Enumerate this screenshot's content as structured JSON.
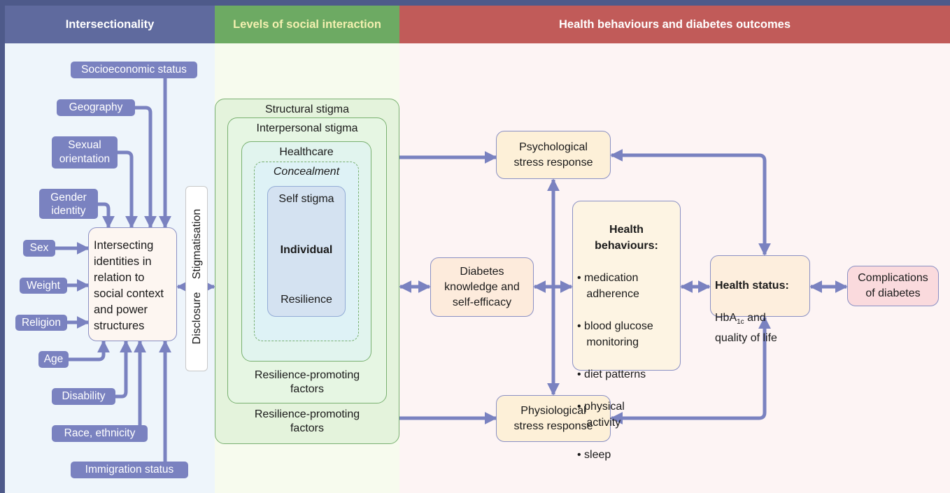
{
  "headers": {
    "intersectionality": "Intersectionality",
    "levels": "Levels of social interaction",
    "health": "Health behaviours and diabetes outcomes"
  },
  "colors": {
    "blue": "#5f6a9e",
    "green": "#6daa63",
    "red": "#c15b59",
    "arrow": "#7a82c0"
  },
  "identities": {
    "ses": "Socioeconomic status",
    "geography": "Geography",
    "sexual": "Sexual\norientation",
    "gender": "Gender\nidentity",
    "sex": "Sex",
    "weight": "Weight",
    "religion": "Religion",
    "age": "Age",
    "disability": "Disability",
    "race": "Race, ethnicity",
    "immigration": "Immigration status"
  },
  "intersecting": "Intersecting\nidentities in\nrelation to\nsocial context\nand power\nstructures",
  "stigmatisation": "Stigmatisation",
  "disclosure": "Disclosure",
  "levels": {
    "structural": "Structural stigma",
    "interpersonal": "Interpersonal stigma",
    "healthcare": "Healthcare",
    "concealment": "Concealment",
    "self_stigma": "Self stigma",
    "individual": "Individual",
    "resilience": "Resilience",
    "rpf_inner": "Resilience-promoting\nfactors",
    "rpf_outer": "Resilience-promoting\nfactors"
  },
  "outcomes": {
    "psych": "Psychological\nstress response",
    "physio": "Physiological\nstress response",
    "knowledge": "Diabetes\nknowledge and\nself-efficacy",
    "behaviours_title": "Health\nbehaviours:",
    "behaviours": [
      "• medication\n   adherence",
      "• blood glucose\n   monitoring",
      "• diet patterns",
      "• physical\n   activity",
      "• sleep"
    ],
    "status_title": "Health status:",
    "status_hba": "HbA",
    "status_sub": "1c",
    "status_rest": " and\nquality of life",
    "complications": "Complications\nof diabetes"
  }
}
